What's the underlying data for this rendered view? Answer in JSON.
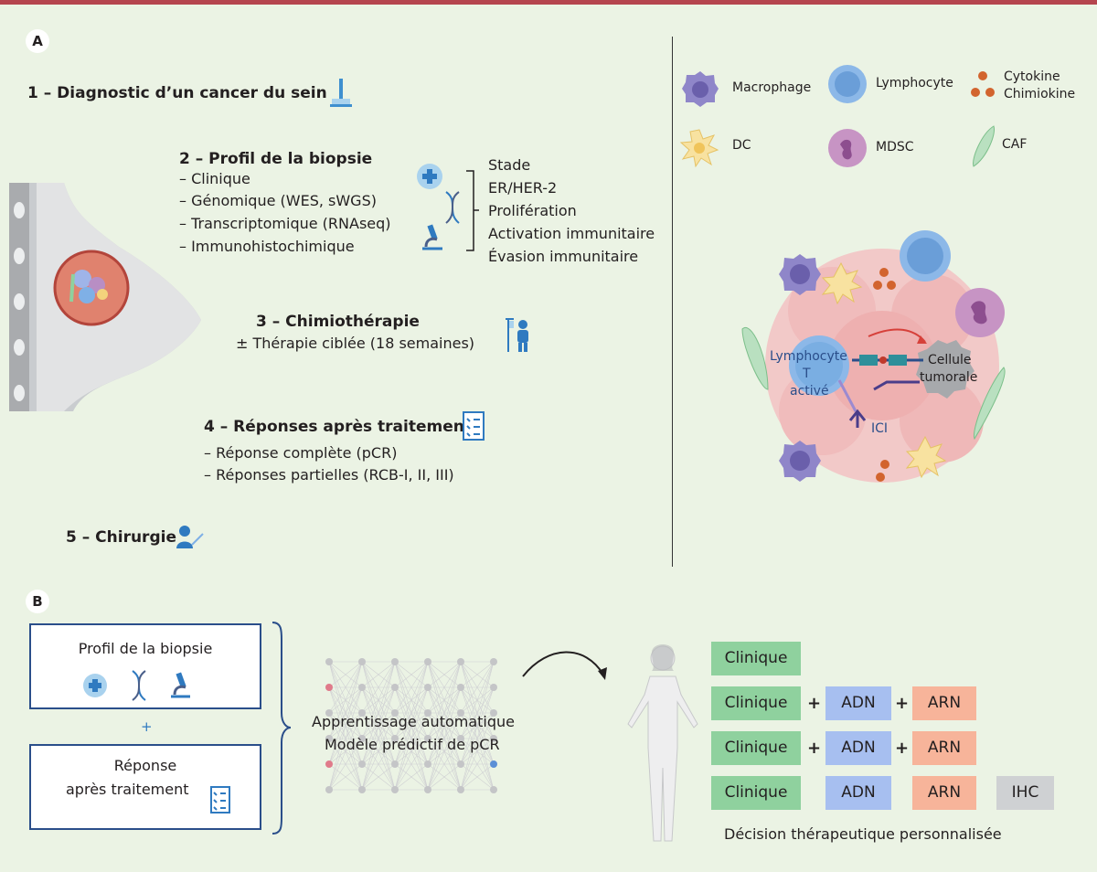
{
  "panel_a": {
    "letter": "A",
    "step1": "1 – Diagnostic d’un cancer du sein",
    "step2": {
      "title": "2 – Profil de la biopsie",
      "items": [
        "– Clinique",
        "– Génomique (WES, sWGS)",
        "– Transcriptomique (RNAseq)",
        "– Immunohistochimique"
      ],
      "outcomes": [
        "Stade",
        "ER/HER-2",
        "Prolifération",
        "Activation immunitaire",
        "Évasion immunitaire"
      ]
    },
    "step3": {
      "title": "3 – Chimiothérapie",
      "subtitle": "± Thérapie ciblée (18 semaines)"
    },
    "step4": {
      "title": "4 – Réponses après traitement",
      "items": [
        "– Réponse complète (pCR)",
        "– Réponses partielles (RCB-I, II, III)"
      ]
    },
    "step5": "5 – Chirurgie"
  },
  "legend": {
    "macrophage": "Macrophage",
    "lymphocyte": "Lymphocyte",
    "cytokine_line1": "Cytokine",
    "cytokine_line2": "Chimiokine",
    "dc": "DC",
    "mdsc": "MDSC",
    "caf": "CAF"
  },
  "tumor": {
    "tcell_line1": "Lymphocyte",
    "tcell_line2": "T",
    "tcell_line3": "activé",
    "tumor_line1": "Cellule",
    "tumor_line2": "tumorale",
    "ici": "ICI"
  },
  "panel_b": {
    "letter": "B",
    "box1": "Profil de la biopsie",
    "plus": "+",
    "box2_line1": "Réponse",
    "box2_line2": "après traitement",
    "ml_line1": "Apprentissage automatique",
    "ml_line2": "Modèle prédictif de pCR",
    "tags": {
      "clinique": "Clinique",
      "adn": "ADN",
      "arn": "ARN",
      "ihc": "IHC",
      "plus": "+"
    },
    "decision": "Décision thérapeutique personnalisée"
  },
  "colors": {
    "background": "#ebf3e4",
    "clinique": "#8fd19e",
    "adn": "#a7bff0",
    "arn": "#f7b49a",
    "ihc": "#cfd1d3",
    "accent": "#b5454e"
  }
}
